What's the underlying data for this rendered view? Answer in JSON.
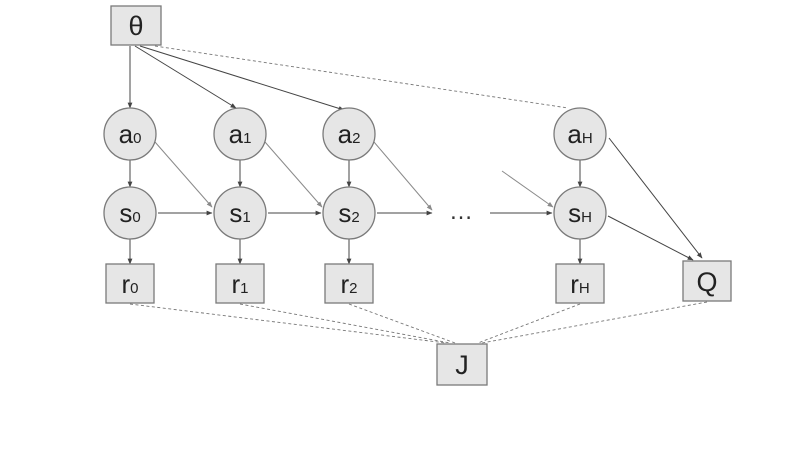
{
  "diagram": {
    "theta": "θ",
    "ellipsis": "…",
    "q": "Q",
    "j": "J",
    "actions": [
      {
        "main": "a",
        "sub": "0"
      },
      {
        "main": "a",
        "sub": "1"
      },
      {
        "main": "a",
        "sub": "2"
      },
      {
        "main": "a",
        "sub": "H"
      }
    ],
    "states": [
      {
        "main": "s",
        "sub": "0"
      },
      {
        "main": "s",
        "sub": "1"
      },
      {
        "main": "s",
        "sub": "2"
      },
      {
        "main": "s",
        "sub": "H"
      }
    ],
    "rewards": [
      {
        "main": "r",
        "sub": "0"
      },
      {
        "main": "r",
        "sub": "1"
      },
      {
        "main": "r",
        "sub": "2"
      },
      {
        "main": "r",
        "sub": "H"
      }
    ]
  }
}
